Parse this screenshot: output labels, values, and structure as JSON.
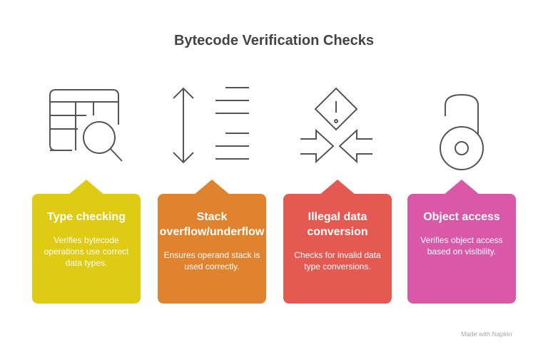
{
  "title": "Bytecode Verification Checks",
  "cards": [
    {
      "title": "Type checking",
      "desc": "Verifies bytecode operations use correct data types.",
      "color": "#DFCB14",
      "icon": "table-search-icon"
    },
    {
      "title": "Stack overflow/underflow",
      "desc": "Ensures operand stack is used correctly.",
      "color": "#E0832E",
      "icon": "vertical-arrow-lines-icon"
    },
    {
      "title": "Illegal data conversion",
      "desc": "Checks for invalid data type conversions.",
      "color": "#E45A52",
      "icon": "warning-converge-icon"
    },
    {
      "title": "Object access",
      "desc": "Verifies object access based on visibility.",
      "color": "#DA58A8",
      "icon": "unlocked-padlock-icon"
    }
  ],
  "footer": "Made with Napkin"
}
